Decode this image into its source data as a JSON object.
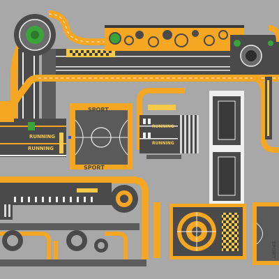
{
  "labels": {
    "sport_top": "SPORT",
    "sport_bottom": "SPORT",
    "sport_right": "SPORT",
    "running_left_1": "RUNNING",
    "running_left_2": "RUNNING",
    "running_center_1": "RUNNING",
    "running_center_2": "RUNNING"
  },
  "colors": {
    "ground": "#a8a8a8",
    "asphalt": "#4a4a4a",
    "asphalt_light": "#5c5c5c",
    "orange": "#f5a623",
    "yellow": "#f7c948",
    "white": "#f0f0f0",
    "green": "#3aa33a",
    "blue": "#2a4bd8"
  },
  "icons": [
    "roundabout-icon",
    "fountain-icon",
    "recycle-icon",
    "basketball-court-icon",
    "runner-pictogram-icon",
    "fitness-pictogram-icon",
    "tennis-court-icon",
    "checkered-flag-icon"
  ]
}
